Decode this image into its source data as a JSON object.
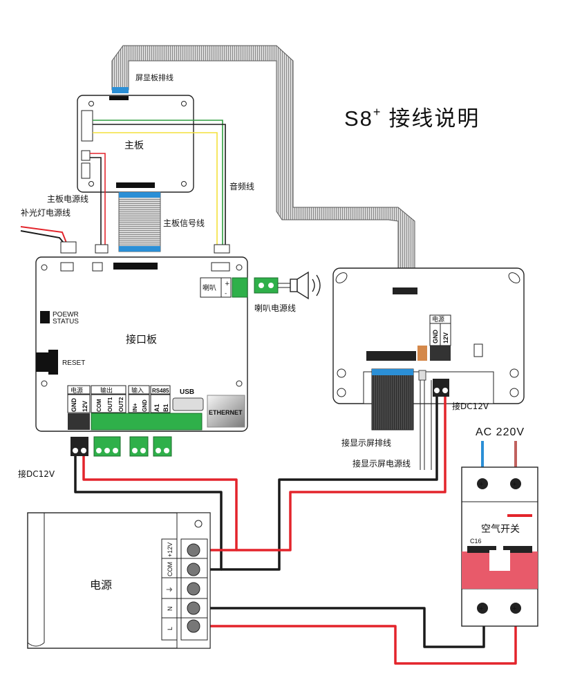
{
  "title": {
    "main": "S8",
    "sup": "+",
    "rest": "接线说明"
  },
  "labels": {
    "screen_ribbon": "屏显板排线",
    "main_board": "主板",
    "audio_wire": "音频线",
    "main_power_wire": "主板电源线",
    "fill_light_wire": "补光灯电源线",
    "main_signal_wire": "主板信号线",
    "speaker": "喇叭",
    "speaker_power_wire": "喇叭电源线",
    "power_status_1": "POEWR",
    "power_status_2": "STATUS",
    "interface_board": "接口板",
    "reset": "RESET",
    "usb": "USB",
    "ethernet": "ETHERNET",
    "connect_dc12v_left": "接DC12V",
    "connect_dc12v_right": "接DC12V",
    "display_ribbon": "接显示屏排线",
    "display_power": "接显示屏电源线",
    "ac": "AC 220V",
    "breaker": "空气开关",
    "breaker_model": "C16",
    "psu": "电源"
  },
  "terminal_groups": {
    "power": {
      "header": "电源",
      "pins": [
        "GND",
        "12V"
      ]
    },
    "output": {
      "header": "输出",
      "pins": [
        "COM",
        "OUT1",
        "OUT2"
      ]
    },
    "input": {
      "header": "输入",
      "pins": [
        "IN+",
        "GND"
      ]
    },
    "rs485": {
      "header": "RS485",
      "pins": [
        "A1",
        "B1"
      ]
    }
  },
  "speaker_terminal": {
    "plus": "+",
    "minus": "-"
  },
  "display_power_block": {
    "header": "电源",
    "pins": [
      "GND",
      "12V"
    ]
  },
  "psu_terminals": [
    "+12V",
    "COM",
    "⏚",
    "N",
    "L"
  ],
  "colors": {
    "red": "#e3242b",
    "black": "#1a1a1a",
    "green_wire": "#2e9e3e",
    "yellow_wire": "#f3e13a",
    "terminal_green": "#2fb04a",
    "blue": "#2b8fd6",
    "breaker_red": "#e85a6a",
    "ac_brown": "#c0605d"
  }
}
